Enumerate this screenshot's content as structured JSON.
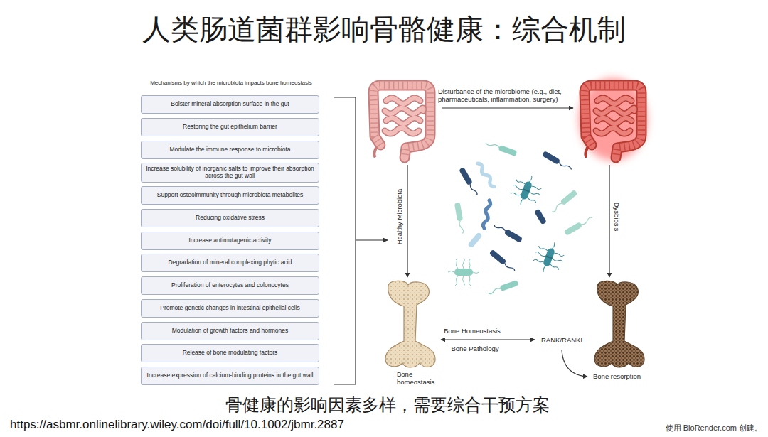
{
  "diagram": {
    "title": "人类肠道菌群影响骨骼健康：综合机制",
    "caption": "骨健康的影响因素多样，需要综合干预方案",
    "nodes": [
      {
        "text": [
          "Bolster mineral absorption surface in the gut"
        ]
      },
      {
        "text": [
          "Restoring the gut epithelium barrier"
        ]
      },
      {
        "text": [
          "Modulate the immune response to microbiota"
        ]
      },
      {
        "text": [
          "Increase solubility of inorganic salts to improve their absorption across the gut wall"
        ]
      },
      {
        "text": [
          "Support osteoimmunity through microbiota metabolites"
        ]
      },
      {
        "text": [
          "Reducing oxidative stress"
        ]
      },
      {
        "text": [
          "Increase antimutagenic activity"
        ]
      },
      {
        "text": [
          "Degradation of mineral complexing phytic acid"
        ]
      },
      {
        "text": [
          "Proliferation of enterocytes and colonocytes"
        ]
      },
      {
        "text": [
          "Promote genetic changes in intestinal epithelial cells"
        ]
      },
      {
        "text": [
          "Modulation of growth factors and hormones"
        ]
      },
      {
        "text": [
          "Release of bone modulating factors"
        ]
      },
      {
        "text": [
          "Increase expression of calcium-binding proteins in the gut wall"
        ]
      }
    ],
    "labels": [
      "Mechanisms by which the microbiota impacts bone homeostasis",
      "Disturbance of the microbiome (e.g., diet, pharmaceuticals, inflammation, surgery)",
      "Healthy Microbiota",
      "Dysbiosis",
      "Bone Homeostasis",
      "Bone Pathology",
      "RANK/RANKL",
      "Bone homeostasis",
      "Bone resorption",
      "https://asbmr.onlinelibrary.wiley.com/doi/full/10.1002/jbmr.2887",
      "使用 BioRender.com 创建。"
    ]
  }
}
